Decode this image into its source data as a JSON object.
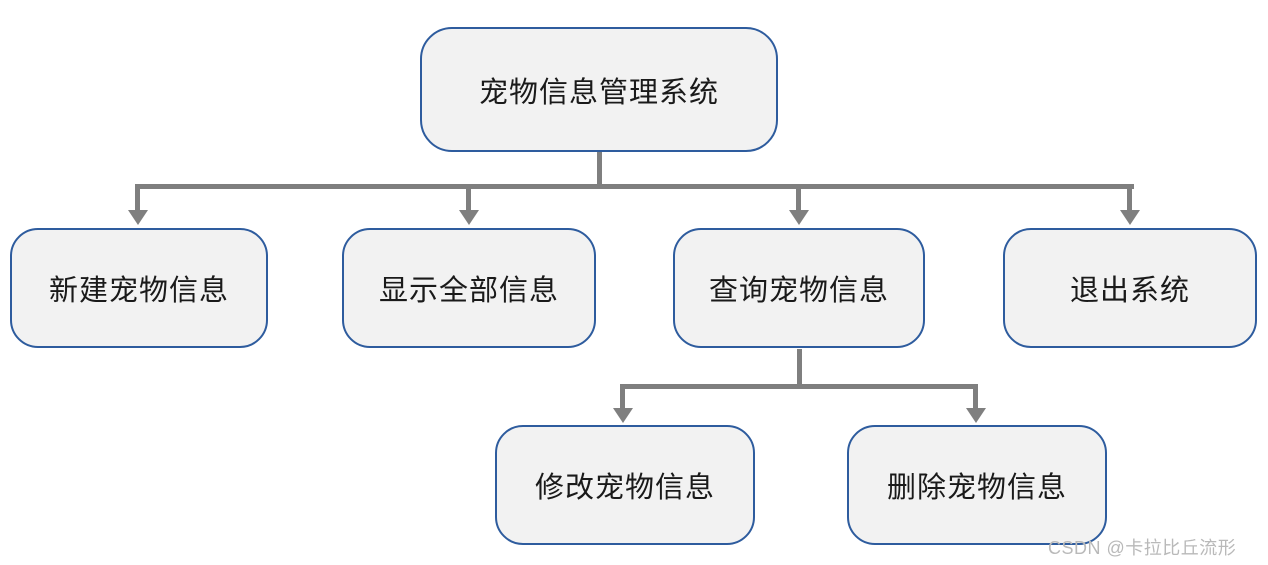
{
  "diagram": {
    "type": "org-flowchart",
    "nodes": {
      "root": {
        "label": "宠物信息管理系统"
      },
      "children": [
        {
          "label": "新建宠物信息"
        },
        {
          "label": "显示全部信息"
        },
        {
          "label": "查询宠物信息"
        },
        {
          "label": "退出系统"
        }
      ],
      "sub_children": [
        {
          "label": "修改宠物信息"
        },
        {
          "label": "删除宠物信息"
        }
      ]
    },
    "edges": [
      {
        "from": "宠物信息管理系统",
        "to": "新建宠物信息"
      },
      {
        "from": "宠物信息管理系统",
        "to": "显示全部信息"
      },
      {
        "from": "宠物信息管理系统",
        "to": "查询宠物信息"
      },
      {
        "from": "宠物信息管理系统",
        "to": "退出系统"
      },
      {
        "from": "查询宠物信息",
        "to": "修改宠物信息"
      },
      {
        "from": "查询宠物信息",
        "to": "删除宠物信息"
      }
    ]
  },
  "watermark": "CSDN @卡拉比丘流形",
  "colors": {
    "background": "#ffffff",
    "node_fill": "#f2f2f2",
    "node_border": "#2e5c9e",
    "connector": "#7f7f7f",
    "text": "#1a1a1a",
    "watermark": "#b9b9b9"
  }
}
